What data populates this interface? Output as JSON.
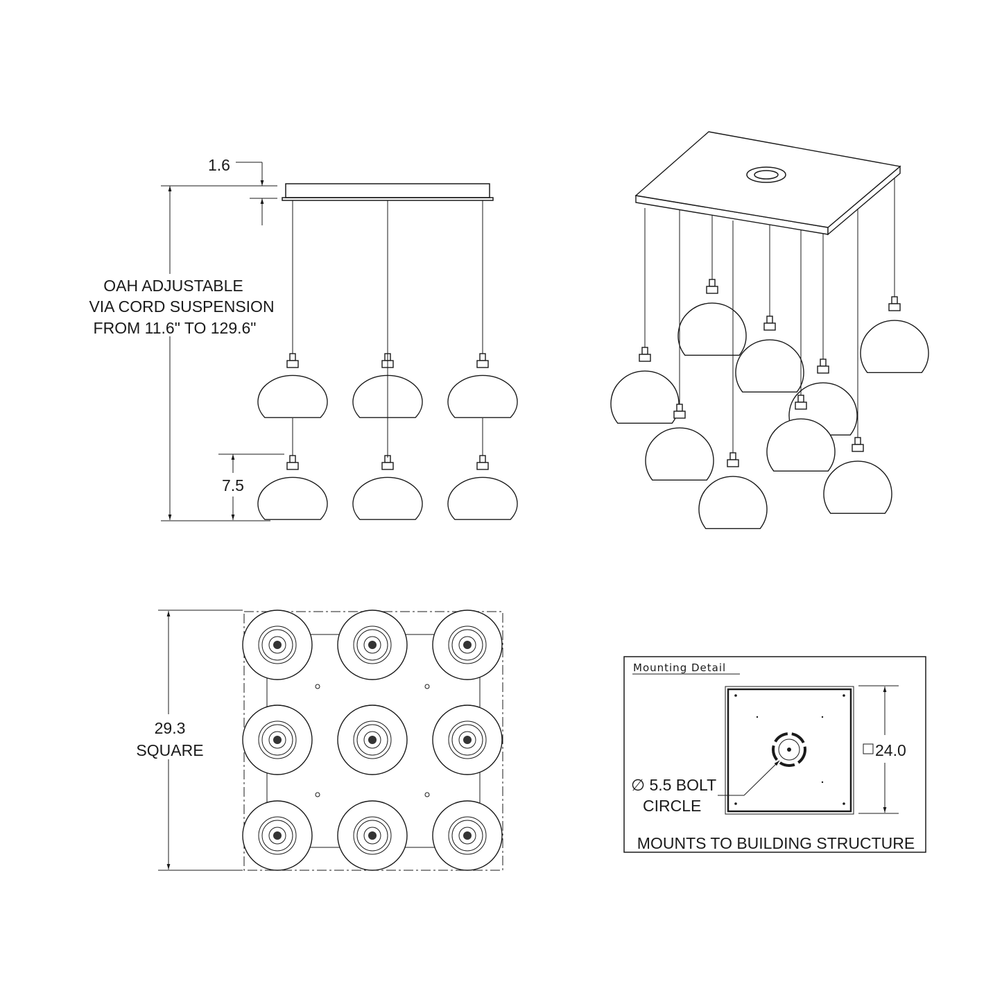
{
  "front_view": {
    "canopy_height": "1.6",
    "oah_lines": [
      "OAH ADJUSTABLE",
      "VIA CORD SUSPENSION",
      "FROM 11.6\" TO 129.6\""
    ],
    "globe_height": "7.5"
  },
  "bottom_view": {
    "size_lines": [
      "29.3",
      "SQUARE"
    ]
  },
  "mounting_detail": {
    "title": "Mounting  Detail",
    "square_size": "24.0",
    "bolt_circle_lines": [
      "5.5 BOLT",
      "CIRCLE"
    ],
    "diameter_symbol": "∅",
    "footer": "MOUNTS TO BUILDING STRUCTURE"
  }
}
